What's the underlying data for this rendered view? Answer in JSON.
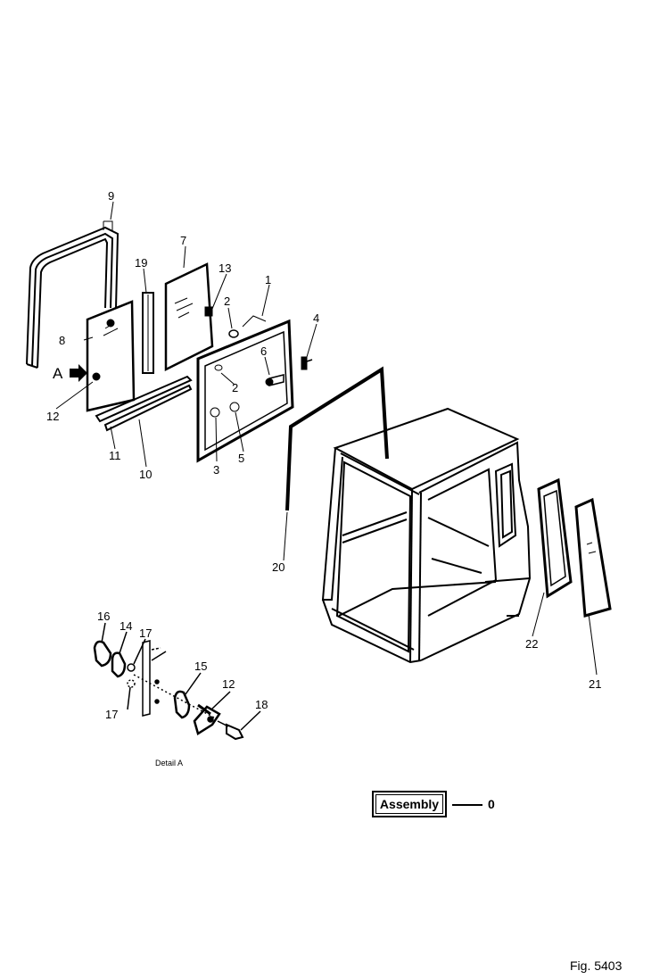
{
  "callouts": {
    "c1": "1",
    "c2a": "2",
    "c2b": "2",
    "c3": "3",
    "c4": "4",
    "c5": "5",
    "c6": "6",
    "c7": "7",
    "c8": "8",
    "c9": "9",
    "c10": "10",
    "c11": "11",
    "c12a": "12",
    "c13": "13",
    "c19": "19",
    "c20": "20",
    "c21": "21",
    "c22": "22",
    "cA": "A",
    "d16": "16",
    "d14": "14",
    "d17a": "17",
    "d17b": "17",
    "d15": "15",
    "d12": "12",
    "d18": "18"
  },
  "detail_label": "Detail A",
  "assembly": {
    "label": "Assembly",
    "number": "0"
  },
  "figure_label": "Fig. 5403"
}
